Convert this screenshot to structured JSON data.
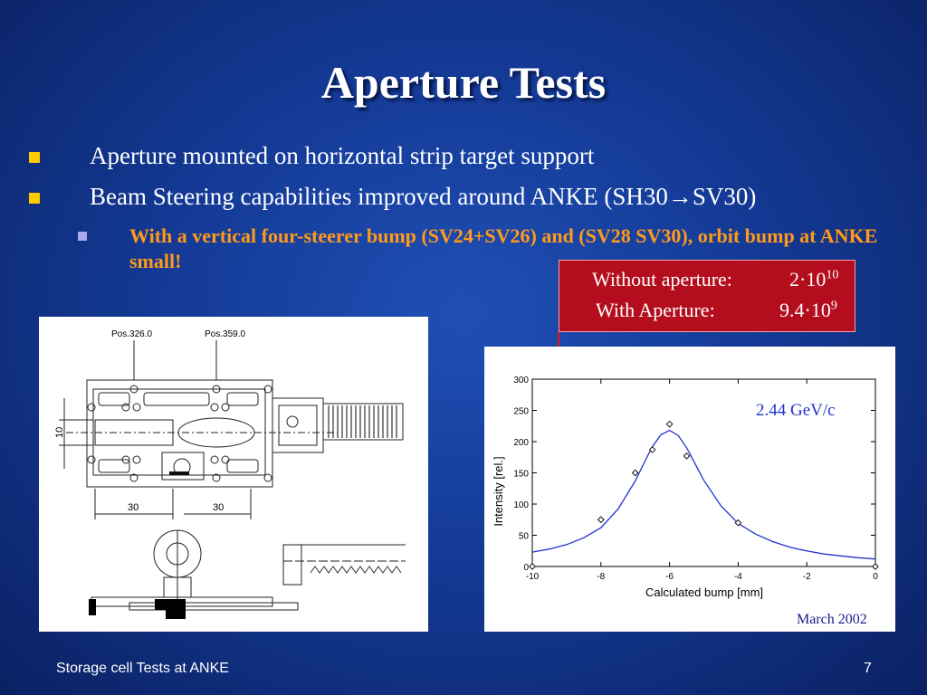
{
  "slide": {
    "title": "Aperture Tests",
    "bullets": [
      {
        "text": "Aperture mounted on horizontal strip target support"
      },
      {
        "text": "Beam Steering capabilities improved around ANKE (SH30→SV30)"
      }
    ],
    "sub_bullet": "With a vertical four-steerer bump (SV24+SV26) and (SV28 SV30), orbit bump at ANKE small!",
    "intensity_box": {
      "without_label": "Without aperture:",
      "without_value_base": "2·10",
      "without_value_exp": "10",
      "with_label": "With Aperture:",
      "with_value_base": "9.4·10",
      "with_value_exp": "9"
    },
    "drawing": {
      "pos1": "Pos.326.0",
      "pos2": "Pos.359.0",
      "dim_vertical": "10",
      "dim_left": "30",
      "dim_right": "30"
    },
    "march_label": "March 2002",
    "footer": {
      "left": "Storage cell Tests at ANKE",
      "page": "7"
    },
    "colors": {
      "background": "#143a96",
      "bullet_square": "#ffcc00",
      "sub_bullet_text": "#ff9a1a",
      "red_box": "#b40e1e",
      "curve": "#2233cc"
    }
  },
  "chart_data": {
    "type": "scatter",
    "annotation": "2.44 GeV/c",
    "xlabel": "Calculated bump [mm]",
    "ylabel": "Intensity [rel.]",
    "xlim": [
      -10,
      0
    ],
    "ylim": [
      0,
      300
    ],
    "x_ticks": [
      -10,
      -8,
      -6,
      -4,
      -2,
      0
    ],
    "y_ticks": [
      0,
      50,
      100,
      150,
      200,
      250,
      300
    ],
    "series": [
      {
        "style": "markers",
        "points": [
          [
            -10,
            0
          ],
          [
            -8,
            75
          ],
          [
            -7,
            150
          ],
          [
            -6.5,
            187
          ],
          [
            -6,
            228
          ],
          [
            -5.5,
            177
          ],
          [
            -4,
            70
          ],
          [
            0,
            0
          ]
        ]
      },
      {
        "style": "line",
        "points": [
          [
            -10,
            23
          ],
          [
            -9.5,
            28
          ],
          [
            -9,
            35
          ],
          [
            -8.5,
            46
          ],
          [
            -8,
            62
          ],
          [
            -7.5,
            92
          ],
          [
            -7,
            137
          ],
          [
            -6.75,
            165
          ],
          [
            -6.5,
            192
          ],
          [
            -6.25,
            211
          ],
          [
            -6,
            218
          ],
          [
            -5.75,
            210
          ],
          [
            -5.5,
            190
          ],
          [
            -5.25,
            164
          ],
          [
            -5,
            138
          ],
          [
            -4.5,
            97
          ],
          [
            -4,
            69
          ],
          [
            -3.5,
            52
          ],
          [
            -3,
            40
          ],
          [
            -2.5,
            31
          ],
          [
            -2,
            25
          ],
          [
            -1.5,
            20
          ],
          [
            -1,
            17
          ],
          [
            -0.5,
            14
          ],
          [
            0,
            12
          ]
        ]
      }
    ]
  }
}
